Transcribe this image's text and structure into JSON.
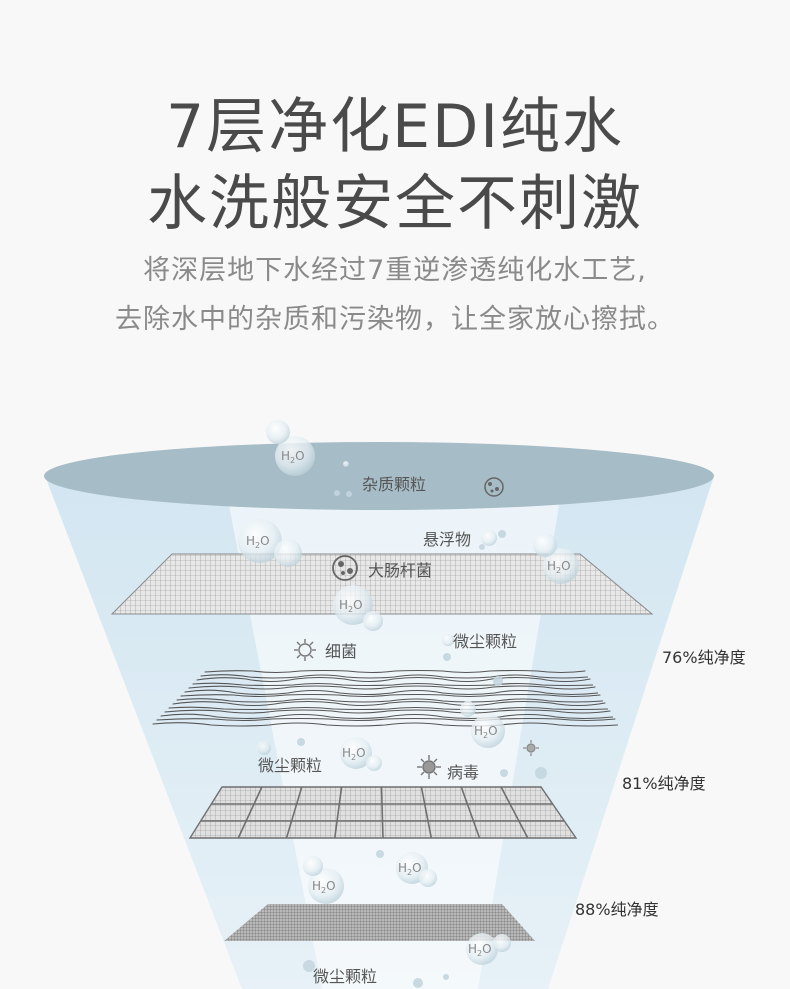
{
  "heading": {
    "line1": "7层净化EDI纯水",
    "line2": "水洗般安全不刺激"
  },
  "description": {
    "line1": "将深层地下水经过7重逆渗透纯化水工艺,",
    "line2": "去除水中的杂质和污染物，让全家放心擦拭。"
  },
  "diagram": {
    "molecule_label": "H2O",
    "labels": {
      "impurity_particles": "杂质颗粒",
      "suspended_matter": "悬浮物",
      "e_coli": "大肠杆菌",
      "bacteria": "细菌",
      "dust_particles_1": "微尘颗粒",
      "dust_particles_2": "微尘颗粒",
      "virus": "病毒",
      "dust_particles_3": "微尘颗粒"
    },
    "purity": [
      {
        "value": 76,
        "label": "76%纯净度"
      },
      {
        "value": 81,
        "label": "81%纯净度"
      },
      {
        "value": 88,
        "label": "88%纯净度"
      }
    ]
  },
  "colors": {
    "cone_top": "#9fb6c0",
    "cone_body": "#d8e9f3",
    "beam": "#ffffff",
    "mesh": "#9a9a9a",
    "text_dark": "#4a4a4a",
    "text_gray": "#8a8a8a"
  }
}
